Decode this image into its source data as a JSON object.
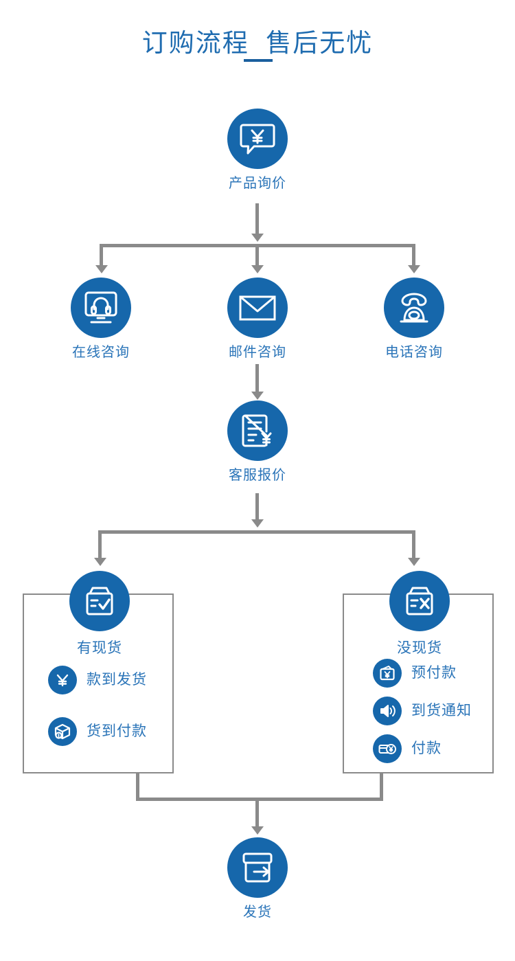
{
  "page": {
    "title": "订购流程  售后无忧",
    "background_color": "#ffffff",
    "accent_blue": "#1667ab",
    "text_blue": "#2a74b8",
    "line_gray": "#8a8a8a"
  },
  "flow": {
    "start": {
      "label": "产品询价",
      "icon": "speech-bubble-yen-icon"
    },
    "contact_options": [
      {
        "label": "在线咨询",
        "icon": "monitor-headset-icon"
      },
      {
        "label": "邮件咨询",
        "icon": "envelope-icon"
      },
      {
        "label": "电话咨询",
        "icon": "telephone-icon"
      }
    ],
    "quote": {
      "label": "客服报价",
      "icon": "document-yen-icon"
    },
    "stock_branches": [
      {
        "title": "有现货",
        "icon": "box-check-icon",
        "options": [
          {
            "label": "款到发货",
            "icon": "yen-icon"
          },
          {
            "label": "货到付款",
            "icon": "package-lock-icon"
          }
        ]
      },
      {
        "title": "没现货",
        "icon": "box-cross-icon",
        "options": [
          {
            "label": "预付款",
            "icon": "wallet-yen-icon"
          },
          {
            "label": "到货通知",
            "icon": "speaker-icon"
          },
          {
            "label": "付款",
            "icon": "card-yen-icon"
          }
        ]
      }
    ],
    "end": {
      "label": "发货",
      "icon": "box-arrow-out-icon"
    }
  }
}
